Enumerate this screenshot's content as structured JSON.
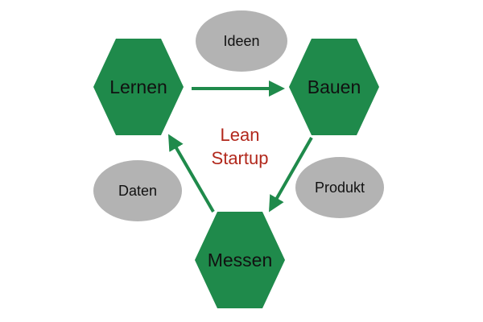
{
  "colors": {
    "hexagon_fill": "#1f8a4b",
    "oval_fill": "#b3b3b3",
    "arrow": "#1f8a4b",
    "center_text": "#b2281c",
    "label_text": "#111111",
    "background": "#ffffff"
  },
  "diagram": {
    "center": {
      "line1": "Lean",
      "line2": "Startup"
    },
    "steps": {
      "learn": "Lernen",
      "build": "Bauen",
      "measure": "Messen"
    },
    "outputs": {
      "ideas": "Ideen",
      "product": "Produkt",
      "data": "Daten"
    }
  }
}
